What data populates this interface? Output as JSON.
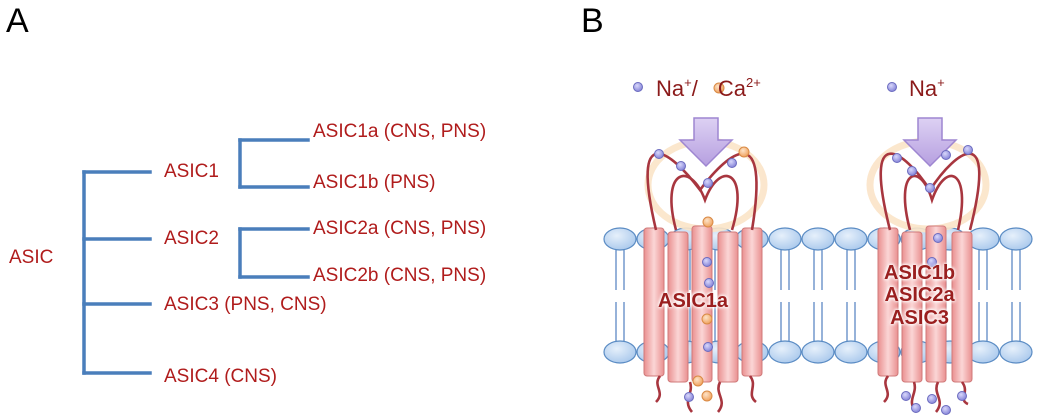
{
  "panels": {
    "a": "A",
    "b": "B"
  },
  "tree": {
    "root": "ASIC",
    "asic1": "ASIC1",
    "asic1a": "ASIC1a (CNS, PNS)",
    "asic1b": "ASIC1b (PNS)",
    "asic2": "ASIC2",
    "asic2a": "ASIC2a (CNS, PNS)",
    "asic2b": "ASIC2b (CNS, PNS)",
    "asic3": "ASIC3 (PNS, CNS)",
    "asic4": "ASIC4 (CNS)"
  },
  "channels": {
    "left": {
      "ions": "Na",
      "ions_sup1": "+",
      "sep": "/",
      "ions2": "Ca",
      "ions_sup2": "2+",
      "label_lines": [
        "ASIC1a"
      ]
    },
    "right": {
      "ions": "Na",
      "ions_sup1": "+",
      "label_lines": [
        "ASIC1b",
        "ASIC2a",
        "ASIC3"
      ]
    }
  },
  "colors": {
    "tree_text": "#b01c1c",
    "tree_lines": "#4a7ebb",
    "lipid_head": "#bcd6f2",
    "lipid_stroke": "#5b8cc4",
    "channel": "#f4b3b3",
    "arrow": "#c8b6e8",
    "na_ion": "#a7a6e6",
    "ca_ion": "#f7bf8e"
  }
}
